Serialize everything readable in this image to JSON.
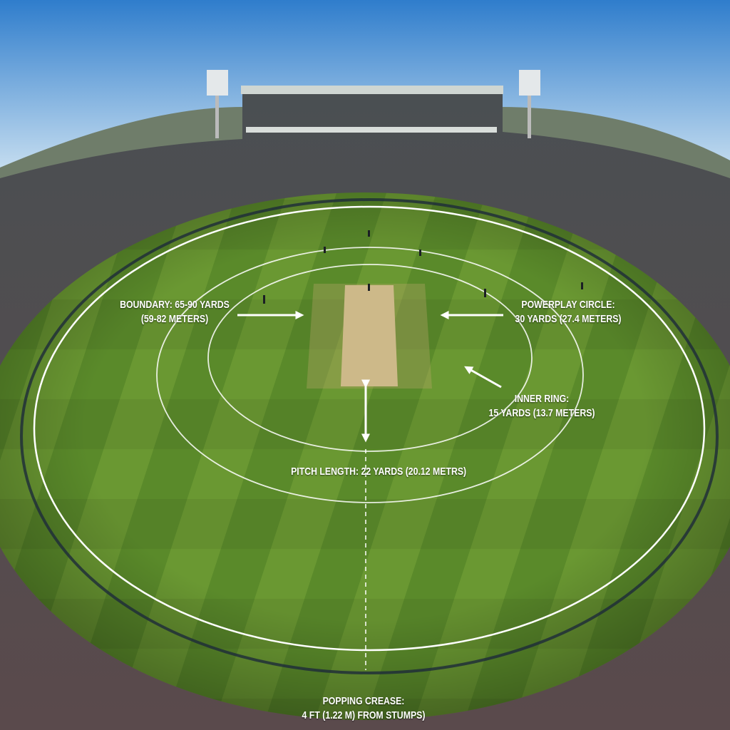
{
  "annotations": {
    "boundary": {
      "line1": "BOUNDARY: 65-90 YARDS",
      "line2": "(59-82 METERS)"
    },
    "powerplay": {
      "line1": "POWERPLAY CIRCLE:",
      "line2": "30 YARDS (27.4 METERS)"
    },
    "inner_ring": {
      "line1": "INNER RING:",
      "line2": "15 YARDS (13.7 METERS)"
    },
    "pitch_length": {
      "line1": "PITCH LENGTH: 22 YARDS (20.12 METRS)"
    },
    "popping_crease": {
      "line1": "POPPING CREASE:",
      "line2": "4 FT (1.22 M) FROM STUMPS)"
    }
  },
  "colors": {
    "grass_light": "#6f9a36",
    "grass_dark": "#4d7a24",
    "pitch": "#d8c39a",
    "sky_top": "#2f7dcc",
    "sky_bottom": "#d3e6f3",
    "lines": "#ffffff"
  }
}
